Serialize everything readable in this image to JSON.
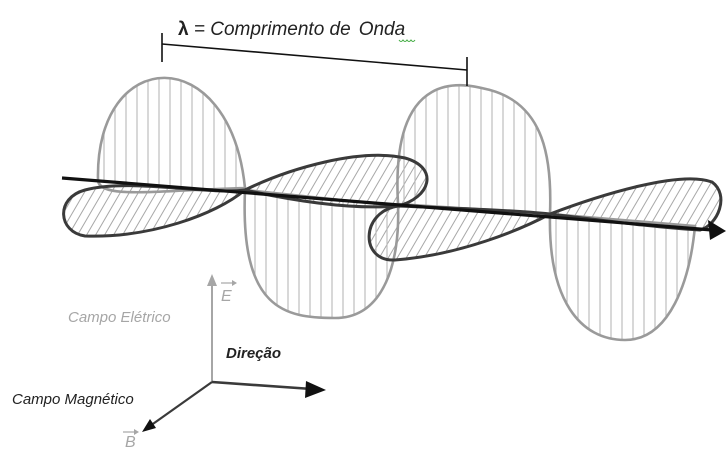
{
  "title": {
    "lambda": "λ",
    "equals": " = ",
    "text_main": "Comprimento de",
    "text_end": "Onda"
  },
  "labels": {
    "electric_field": "Campo Elétrico",
    "electric_vector": "E",
    "direction": "Direção",
    "magnetic_field": "Campo Magnético",
    "magnetic_vector": "B"
  },
  "colors": {
    "electric_wave": "#9a9a9a",
    "magnetic_wave": "#3a3a3a",
    "axis": "#111111",
    "electric_label": "#a6a6a6",
    "text": "#222222",
    "spellcheck": "#3aa83a"
  },
  "icons": {
    "propagation_arrow": "arrow-right-icon",
    "vector_arrow": "vector-arrow-icon"
  }
}
